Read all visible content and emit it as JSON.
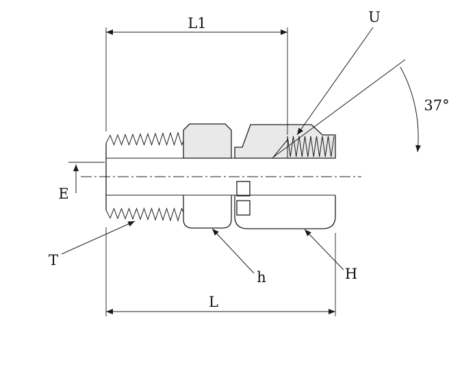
{
  "diagram": {
    "kind": "technical-drawing",
    "subject": "37-degree flare swivel fitting cross-section",
    "labels": {
      "l1": "L1",
      "u": "U",
      "angle": "37°",
      "e": "E",
      "t": "T",
      "h_small": "h",
      "h_big": "H",
      "l": "L"
    },
    "colors": {
      "line": "#1a1a1a",
      "section_fill": "#e9e9e9",
      "background": "#ffffff"
    }
  }
}
